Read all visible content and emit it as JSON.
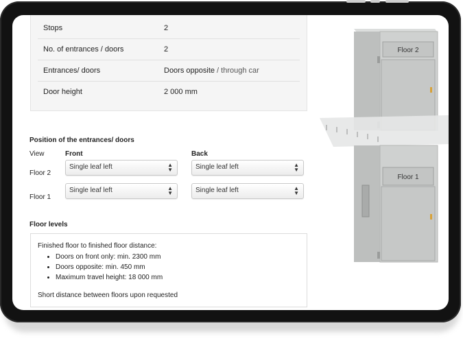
{
  "specs": [
    {
      "label": "Stops",
      "value": "2",
      "value_extra": ""
    },
    {
      "label": "No. of entrances / doors",
      "value": "2",
      "value_extra": ""
    },
    {
      "label": "Entrances/ doors",
      "value": "Doors opposite",
      "value_extra": " / through car"
    },
    {
      "label": "Door height",
      "value": "2 000  mm",
      "value_extra": ""
    }
  ],
  "positions": {
    "title": "Position of the entrances/ doors",
    "view_label": "View",
    "front_label": "Front",
    "back_label": "Back",
    "rows": [
      {
        "floor": "Floor 2",
        "front": "Single leaf left",
        "back": "Single leaf left"
      },
      {
        "floor": "Floor 1",
        "front": "Single leaf left",
        "back": "Single leaf left"
      }
    ]
  },
  "floor_levels": {
    "title": "Floor levels",
    "intro": "Finished floor to finished floor distance:",
    "bullets": [
      "Doors on front only: min. 2300 mm",
      "Doors opposite: min. 450 mm",
      "Maximum travel height: 18 000 mm"
    ],
    "note": "Short distance between floors upon requested"
  },
  "lift_labels": {
    "upper": "Floor 2",
    "lower": "Floor 1"
  },
  "colors": {
    "bezel": "#121212",
    "panel": "#f5f5f5",
    "lift_body": "#c9cbca"
  }
}
